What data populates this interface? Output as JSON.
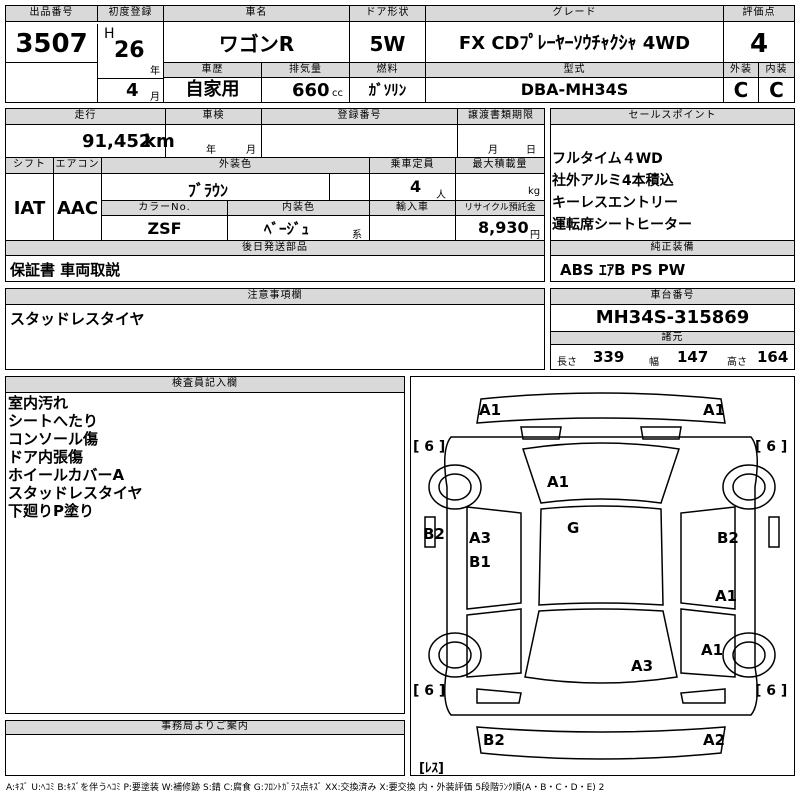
{
  "top": {
    "lot_label": "出品番号",
    "lot": "3507",
    "reg_label": "初度登録",
    "era": "H",
    "year": "26",
    "year_unit": "年",
    "month": "4",
    "month_unit": "月",
    "name_label": "車名",
    "name": "ワゴンR",
    "door_label": "ドア形状",
    "door": "5W",
    "grade_label": "グレード",
    "grade": "FX CDﾌﾟﾚｰﾔｰｿｳﾁｬｸｼｬ 4WD",
    "score_label": "評価点",
    "score": "4",
    "ext_label": "外装",
    "ext": "C",
    "int_label": "内装",
    "int": "C",
    "history_label": "車歴",
    "history": "自家用",
    "displacement_label": "排気量",
    "displacement": "660",
    "displacement_unit": "cc",
    "fuel_label": "燃料",
    "fuel": "ｶﾞｿﾘﾝ",
    "model_label": "型式",
    "model": "DBA-MH34S"
  },
  "mid": {
    "mileage_label": "走行",
    "mileage": "91,452",
    "mileage_unit": "km",
    "inspection_label": "車検",
    "insp_year_unit": "年",
    "insp_month_unit": "月",
    "plate_label": "登録番号",
    "transfer_label": "譲渡書類期限",
    "transfer_month_unit": "月",
    "transfer_day_unit": "日",
    "shift_label": "シフト",
    "shift": "IAT",
    "ac_label": "エアコン",
    "ac": "AAC",
    "color_label": "外装色",
    "color": "ﾌﾞﾗｳﾝ",
    "capacity_label": "乗車定員",
    "capacity": "4",
    "capacity_unit": "人",
    "maxload_label": "最大積載量",
    "maxload_unit": "kg",
    "colorno_label": "カラーNo.",
    "colorno": "ZSF",
    "interior_label": "内装色",
    "interior": "ﾍﾞｰｼﾞｭ",
    "interior_unit": "系",
    "import_label": "輸入車",
    "recycle_label": "リサイクル預託金",
    "recycle": "8,930",
    "recycle_unit": "円",
    "later_label": "後日発送部品",
    "later": "保証書 車両取説"
  },
  "sales": {
    "label": "セールスポイント",
    "items": [
      "フルタイム４WD",
      "社外アルミ4本積込",
      "キーレスエントリー",
      "運転席シートヒーター"
    ]
  },
  "equipment": {
    "label": "純正装備",
    "value": "ABS ｴｱB PS PW"
  },
  "caution": {
    "label": "注意事項欄",
    "value": "スタッドレスタイヤ"
  },
  "chassis": {
    "label": "車台番号",
    "value": "MH34S-315869"
  },
  "specs": {
    "label": "諸元",
    "length_label": "長さ",
    "length": "339",
    "width_label": "幅",
    "width": "147",
    "height_label": "高さ",
    "height": "164"
  },
  "inspector": {
    "label": "検査員記入欄",
    "notes": [
      "室内汚れ",
      "シートへたり",
      "コンソール傷",
      "ドア内張傷",
      "ホイールカバーA",
      "スタッドレスタイヤ",
      "下廻りP塗り"
    ]
  },
  "office": {
    "label": "事務局よりご案内"
  },
  "diagram": {
    "marks": {
      "fl": "A1",
      "fr": "A1",
      "hood": "A1",
      "roof": "G",
      "ld1": "A3",
      "ld2": "B1",
      "lf": "B2",
      "rf": "B2",
      "rd1": "A1",
      "rd2": "A1",
      "trunk": "A3",
      "rl": "B2",
      "rr": "A2",
      "tire1": "[ 6 ]",
      "tire2": "[ 6 ]",
      "tire3": "[ 6 ]",
      "tire4": "[ 6 ]",
      "spare": "[ﾚｽ]"
    }
  },
  "legend": "A:ｷｽﾞ U:ﾍｺﾐ B:ｷｽﾞを伴うﾍｺﾐ P:要塗装 W:補修跡 S:錆 C:腐食 G:ﾌﾛﾝﾄｶﾞﾗｽ点ｷｽﾞ XX:交換済み X:要交換 内・外装評価 5段階ﾗﾝｸ順(A・B・C・D・E) 2"
}
